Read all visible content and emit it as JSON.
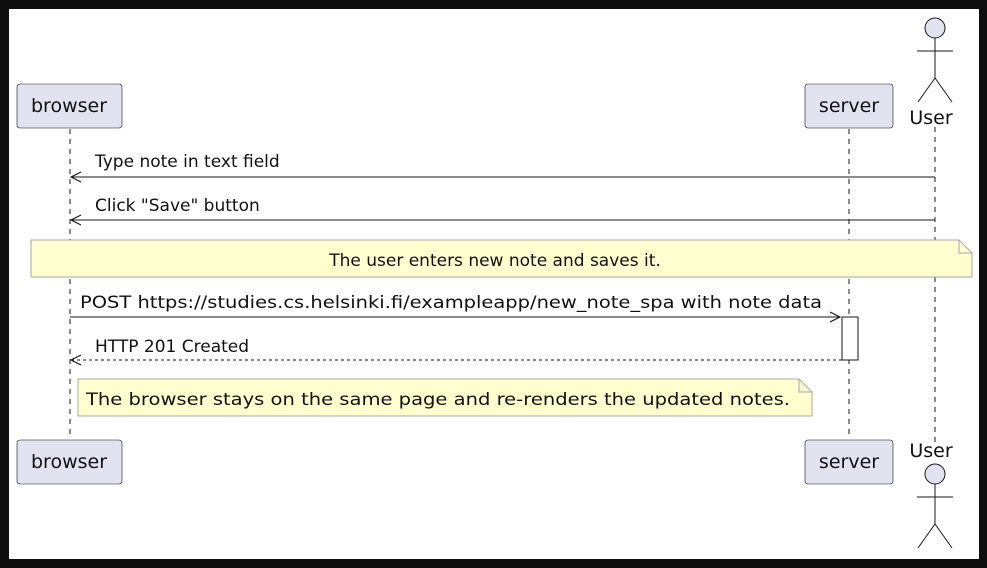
{
  "participants": {
    "browser": "browser",
    "server": "server",
    "user": "User"
  },
  "messages": [
    "Type note in text field",
    "Click \"Save\" button",
    "POST https://studies.cs.helsinki.fi/exampleapp/new_note_spa with note data",
    "HTTP 201 Created"
  ],
  "notes": [
    "The user enters new note and saves it.",
    "The browser stays on the same page and re-renders the updated notes."
  ],
  "colors": {
    "participant_fill": "#e2e2f0",
    "participant_border": "#181818",
    "note_fill": "#fefece",
    "note_border": "#a8a8a8",
    "line": "#181818",
    "background": "#ffffff",
    "frame": "#0e0e0e"
  }
}
